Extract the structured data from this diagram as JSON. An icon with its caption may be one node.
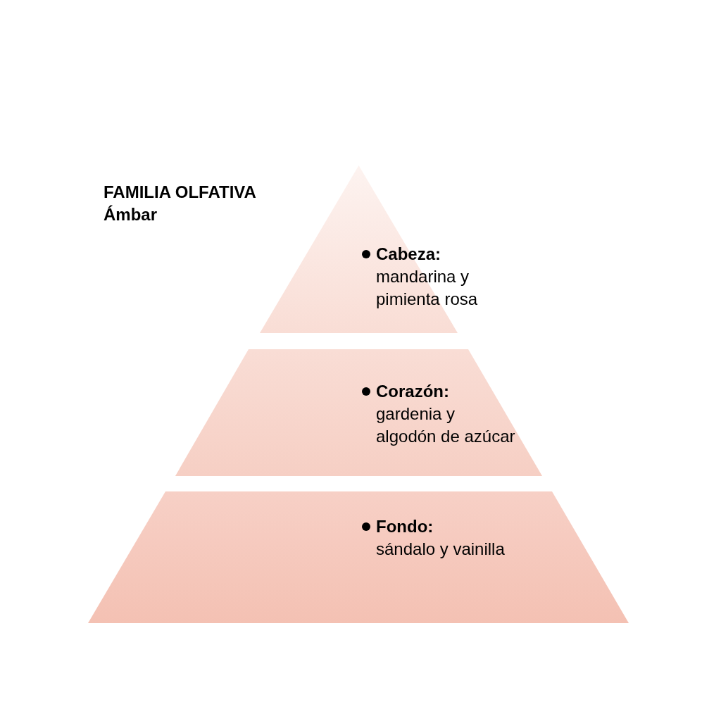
{
  "diagram": {
    "title": "FAMILIA OLFATIVA",
    "nodes": [
      {
        "text": [
          "Cabeza:",
          "mandarina y pimienta rosa"
        ]
      },
      {
        "text": [
          "Corazón:",
          "gardenia y algodón de azúcar"
        ]
      },
      {
        "text": [
          "Fondo:",
          "sándalo y vainilla"
        ]
      }
    ],
    "labels": [
      "Ámbar"
    ]
  }
}
